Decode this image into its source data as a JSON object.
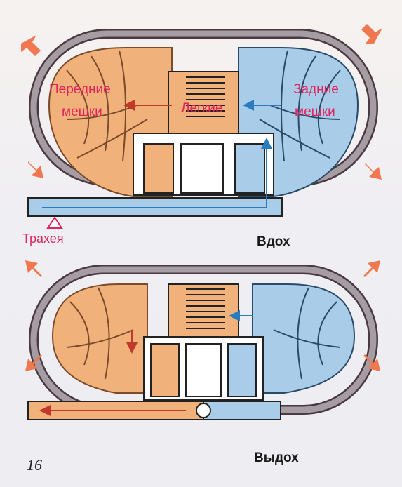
{
  "labels": {
    "front_line1": "Передние",
    "front_line2": "мешки",
    "lungs": "Легкие",
    "rear_line1": "Задние",
    "rear_line2": "мешки",
    "trachea": "Трахея",
    "inhale": "Вдох",
    "exhale": "Выдох",
    "page_number": "16"
  },
  "colors": {
    "front_sacs": "#f0b27a",
    "rear_sacs": "#a9cde8",
    "body_wall": "#9a9198",
    "arrows": "#f07850",
    "text_accent": "#e0245e"
  }
}
